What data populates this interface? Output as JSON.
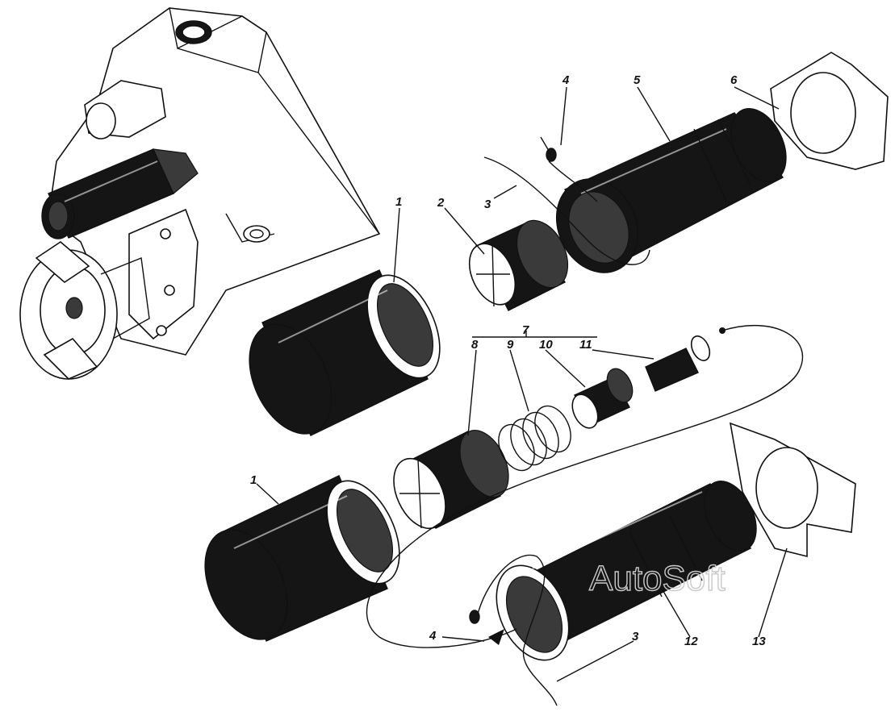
{
  "figure": {
    "watermark": "AutoSoft",
    "callouts": {
      "c1a": "1",
      "c1b": "1",
      "c2": "2",
      "c3a": "3",
      "c3b": "3",
      "c4a": "4",
      "c4b": "4",
      "c5": "5",
      "c6": "6",
      "c7": "7",
      "c8": "8",
      "c9": "9",
      "c10": "10",
      "c11": "11",
      "c12": "12",
      "c13": "13"
    }
  }
}
